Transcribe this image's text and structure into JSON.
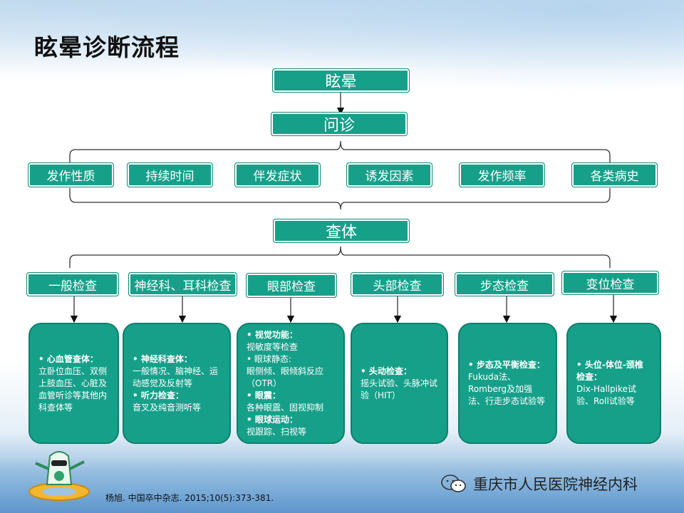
{
  "title": "眩晕诊断流程",
  "nodes": {
    "root": "眩晕",
    "inquiry": "问诊",
    "exam": "查体"
  },
  "inquiry_items": [
    "发作性质",
    "持续时间",
    "伴发症状",
    "诱发因素",
    "发作频率",
    "各类病史"
  ],
  "exam_items": [
    "一般检查",
    "神经科、耳科检查",
    "眼部检查",
    "头部检查",
    "步态检查",
    "变位检查"
  ],
  "exam_details": [
    [
      {
        "t": "• 心血管查体：",
        "b": true
      },
      {
        "t": "立卧位血压、双侧上肢血压、心脏及血管听诊等其他内科查体等",
        "b": false
      }
    ],
    [
      {
        "t": "• 神经科查体：",
        "b": true
      },
      {
        "t": "一般情况、脑神经、运动感觉及反射等",
        "b": false
      },
      {
        "t": "• 听力检查：",
        "b": true
      },
      {
        "t": "音叉及纯音测听等",
        "b": false
      }
    ],
    [
      {
        "t": "• 视觉功能：",
        "b": true
      },
      {
        "t": "视敏度等检查",
        "b": false
      },
      {
        "t": "• 眼球静态:",
        "b": false
      },
      {
        "t": "眼侧倾、眼倾斜反应（OTR）",
        "b": false
      },
      {
        "t": "• 眼震：",
        "b": true
      },
      {
        "t": "各种眼震、固视抑制",
        "b": false
      },
      {
        "t": "• 眼球运动：",
        "b": true
      },
      {
        "t": "视跟踪、扫视等",
        "b": false
      }
    ],
    [
      {
        "t": "• 头动检查：",
        "b": true
      },
      {
        "t": "摇头试验、头脉冲试验（HIT）",
        "b": false
      }
    ],
    [
      {
        "t": "• 步态及平衡检查：",
        "b": true
      },
      {
        "t": "Fukuda法、Romberg及加强法、行走步态试验等",
        "b": false
      }
    ],
    [
      {
        "t": "• 头位-体位-颈椎检查：",
        "b": true
      },
      {
        "t": "Dix-Hallpike试验、Roll试验等",
        "b": false
      }
    ]
  ],
  "reference": "杨旭. 中国卒中杂志. 2015;10(5):373-381.",
  "brand": "重庆市人民医院神经内科",
  "colors": {
    "box": "#16a08a",
    "border": "#0d7f6d"
  }
}
